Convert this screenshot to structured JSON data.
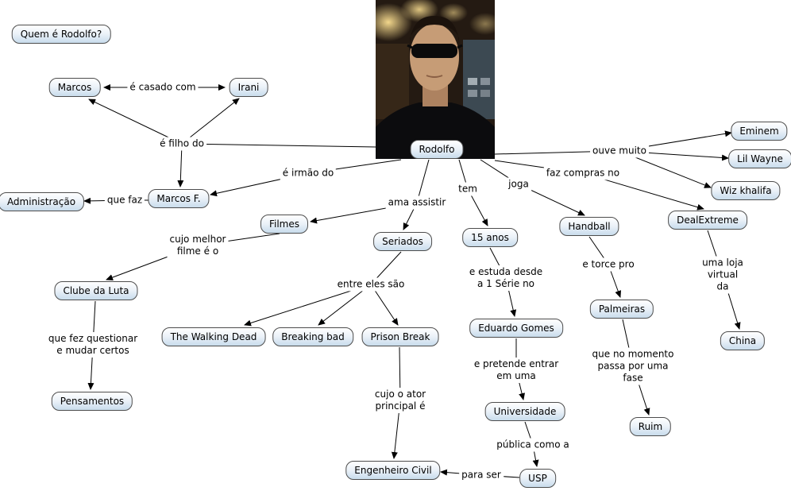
{
  "nodes": {
    "quem": {
      "label": "Quem é Rodolfo?"
    },
    "rodolfo": {
      "label": "Rodolfo"
    },
    "marcos": {
      "label": "Marcos"
    },
    "irani": {
      "label": "Irani"
    },
    "administracao": {
      "label": "Administração"
    },
    "marcos_f": {
      "label": "Marcos F."
    },
    "filmes": {
      "label": "Filmes"
    },
    "seriados": {
      "label": "Seriados"
    },
    "anos15": {
      "label": "15 anos"
    },
    "handball": {
      "label": "Handball"
    },
    "dealextreme": {
      "label": "DealExtreme"
    },
    "eminem": {
      "label": "Eminem"
    },
    "lil_wayne": {
      "label": "Lil Wayne"
    },
    "wiz_khalifa": {
      "label": "Wiz khalifa"
    },
    "clube_da_luta": {
      "label": "Clube da Luta"
    },
    "walking_dead": {
      "label": "The Walking Dead"
    },
    "breaking_bad": {
      "label": "Breaking bad"
    },
    "prison_break": {
      "label": "Prison Break"
    },
    "eduardo_gomes": {
      "label": "Eduardo Gomes"
    },
    "palmeiras": {
      "label": "Palmeiras"
    },
    "china": {
      "label": "China"
    },
    "pensamentos": {
      "label": "Pensamentos"
    },
    "universidade": {
      "label": "Universidade"
    },
    "ruim": {
      "label": "Ruim"
    },
    "engenheiro_civil": {
      "label": "Engenheiro Civil"
    },
    "usp": {
      "label": "USP"
    }
  },
  "links": {
    "e_casado_com": "é casado com",
    "e_filho_do": "é filho do",
    "e_irmao_do": "é irmão do",
    "que_faz": "que faz",
    "ama_assistir": "ama assistir",
    "tem": "tem",
    "joga": "joga",
    "faz_compras_no": "faz compras no",
    "ouve_muito": "ouve muito",
    "cujo_melhor_filme": "cujo melhor\nfilme é o",
    "entre_eles_sao": "entre eles são",
    "que_fez_questionar": "que fez questionar\ne mudar certos",
    "cujo_ator": "cujo o ator\nprincipal é",
    "e_estuda": "e estuda desde\na 1 Série no",
    "e_pretende": "e pretende entrar\nem uma",
    "publica_como_a": "pública como a",
    "para_ser": "para ser",
    "e_torce_pro": "e torce pro",
    "que_no_momento": "que no momento\npassa por uma\nfase",
    "uma_loja": "uma loja virtual\nda"
  }
}
